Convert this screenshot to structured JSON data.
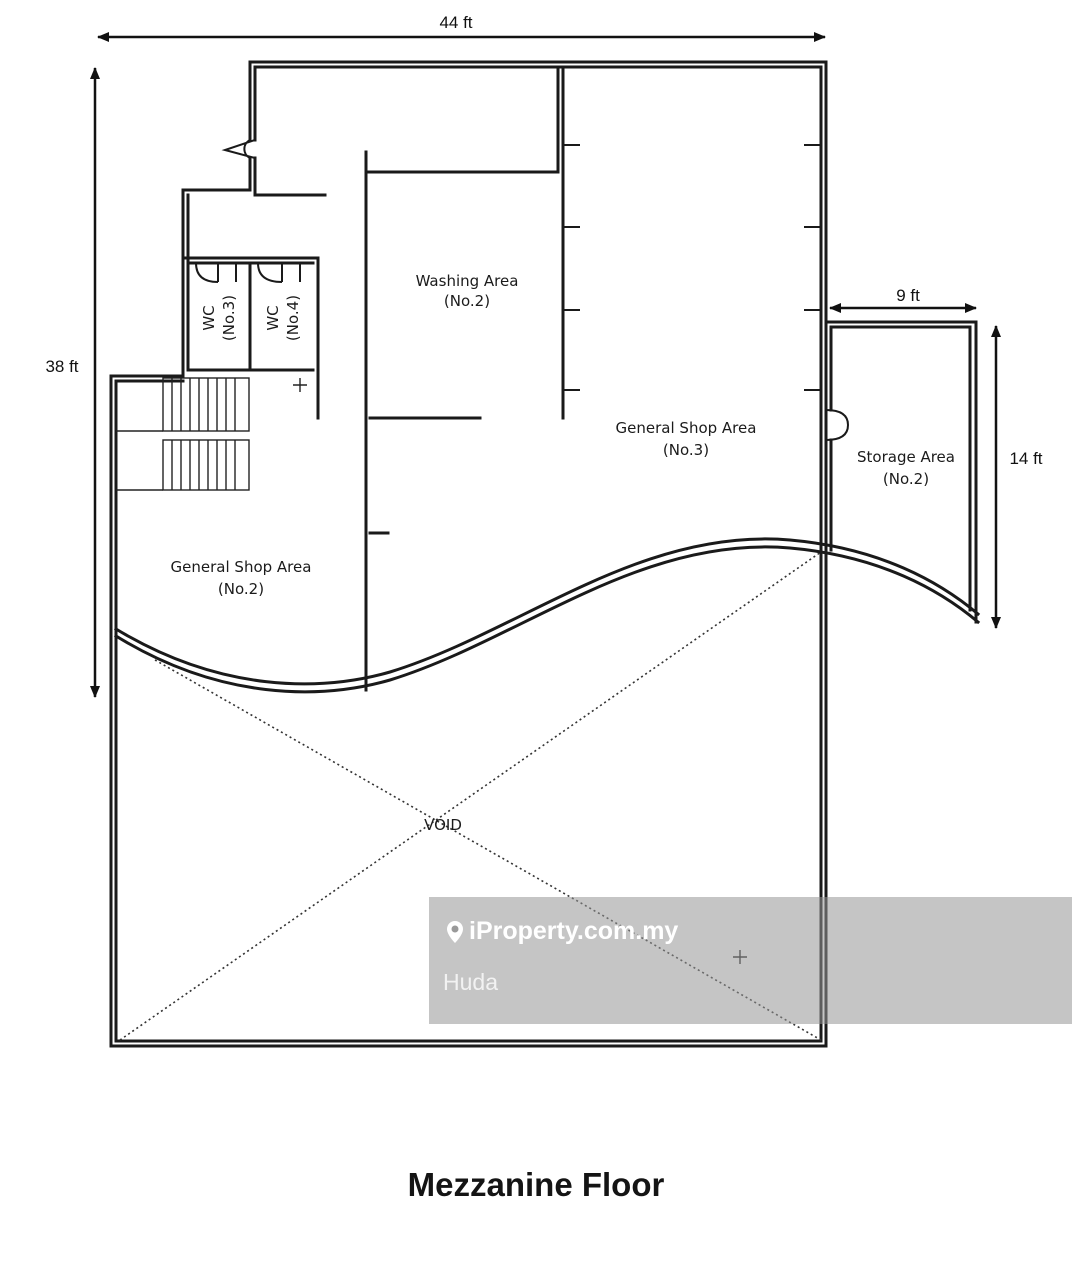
{
  "dimensions": {
    "top_width": "44 ft",
    "left_height": "38 ft",
    "storage_width": "9 ft",
    "storage_height": "14 ft"
  },
  "rooms": {
    "washing_area": {
      "line1": "Washing Area",
      "line2": "(No.2)"
    },
    "shop_area_3": {
      "line1": "General Shop Area",
      "line2": "(No.3)"
    },
    "storage_area": {
      "line1": "Storage Area",
      "line2": "(No.2)"
    },
    "shop_area_2": {
      "line1": "General Shop Area",
      "line2": "(No.2)"
    },
    "wc_3": {
      "line1": "WC",
      "line2": "(No.3)"
    },
    "wc_4": {
      "line1": "WC",
      "line2": "(No.4)"
    },
    "void": "VOID"
  },
  "title": "Mezzanine Floor",
  "watermark": {
    "brand": "iProperty.com.my",
    "agent": "Huda"
  },
  "icons": {
    "watermark_pin": "location-pin-icon"
  }
}
